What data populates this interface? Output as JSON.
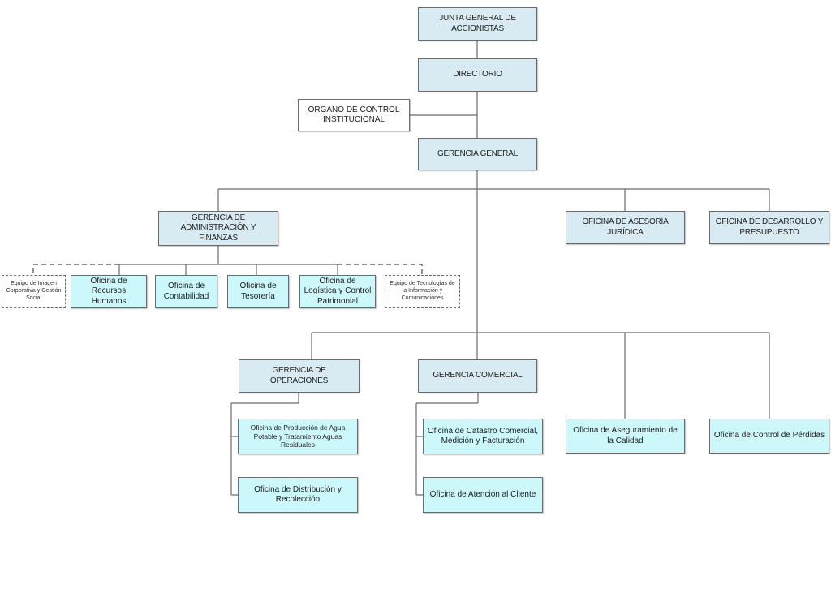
{
  "chart_title": "",
  "nodes": {
    "junta": "JUNTA GENERAL DE ACCIONISTAS",
    "directorio": "DIRECTORIO",
    "organo_control": "ÓRGANO DE CONTROL INSTITUCIONAL",
    "gerencia_general": "GERENCIA GENERAL",
    "gerencia_admin": "GERENCIA DE ADMINISTRACIÓN Y FINANZAS",
    "asesoria_juridica": "OFICINA DE ASESORÍA JURÍDICA",
    "desarrollo_presupuesto": "OFICINA DE DESARROLLO Y PRESUPUESTO",
    "equipo_imagen": "Equipo de Imagen Corporativa y Gestión Social",
    "recursos_humanos": "Oficina de Recursos Humanos",
    "contabilidad": "Oficina de Contabilidad",
    "tesoreria": "Oficina de Tesorería",
    "logistica": "Oficina de Logística y Control Patrimonial",
    "equipo_tic": "Equipo de Tecnologías de la Información y Comunicaciones",
    "gerencia_operaciones": "GERENCIA DE OPERACIONES",
    "gerencia_comercial": "GERENCIA COMERCIAL",
    "aseguramiento_calidad": "Oficina de Aseguramiento de la Calidad",
    "control_perdidas": "Oficina de Control de Pérdidas",
    "produccion_agua": "Oficina de Producción de Agua Potable y Tratamiento Aguas Residuales",
    "distribucion": "Oficina de Distribución y Recolección",
    "catastro": "Oficina de Catastro Comercial, Medición y Facturación",
    "atencion_cliente": "Oficina de Atención al Cliente"
  },
  "colors": {
    "management_fill": "#d9ebf2",
    "office_fill": "#ccf7fb",
    "line": "#6b6b6b"
  }
}
